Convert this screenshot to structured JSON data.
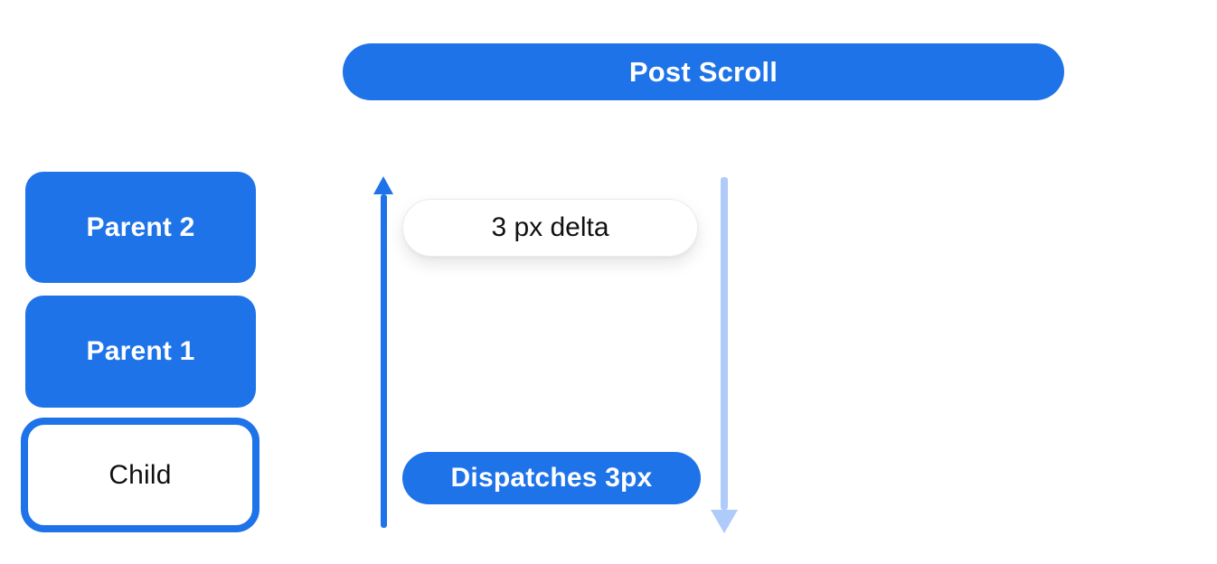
{
  "diagram": {
    "title_pill": {
      "label": "Post Scroll"
    },
    "boxes": [
      {
        "label": "Parent 2"
      },
      {
        "label": "Parent 1"
      },
      {
        "label": "Child"
      }
    ],
    "delta_pill": {
      "label": "3 px delta"
    },
    "dispatch_pill": {
      "label": "Dispatches 3px"
    },
    "icons": {
      "up_arrow": "arrow-up-icon",
      "down_arrow": "arrow-down-icon"
    },
    "colors": {
      "primary_blue": "#1F73E8",
      "light_blue": "#AECBFA",
      "pill_border": "#ECECEC",
      "text_dark": "#111111",
      "text_light": "#FFFFFF",
      "background": "#FFFFFF"
    }
  }
}
